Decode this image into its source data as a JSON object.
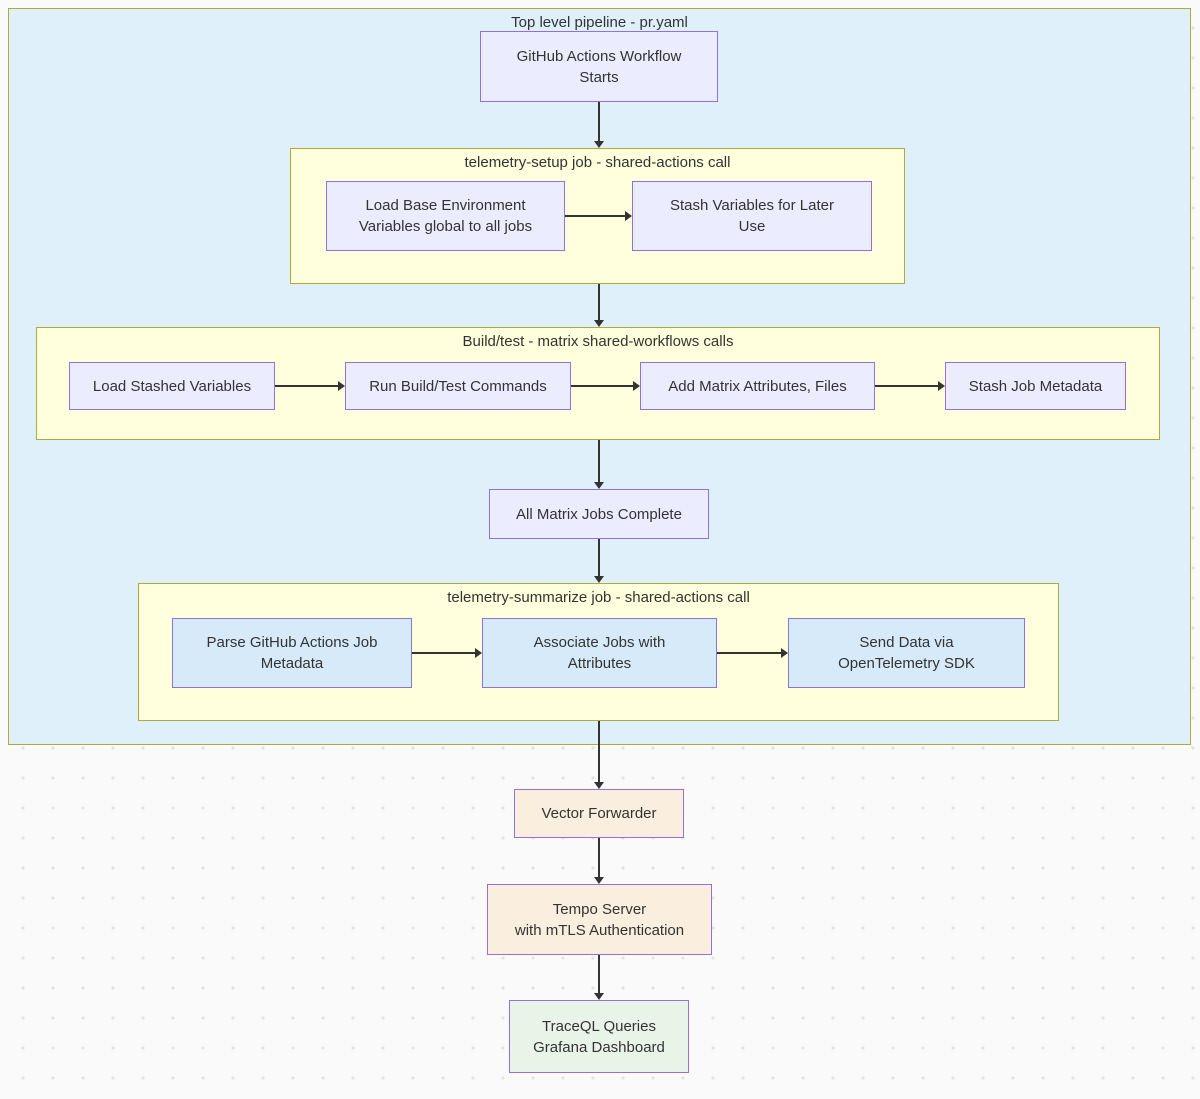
{
  "colors": {
    "page_bg": "#fafafa",
    "dot": "#e2e2e2",
    "outer_fill": "#dff0fb",
    "cluster_fill": "#ffffde",
    "cluster_border": "#a9ad3c",
    "node_border": "#9370db",
    "node_lavender": "#ececff",
    "node_blue": "#d7eafa",
    "node_cream": "#faefdf",
    "node_green": "#e9f4e9",
    "text": "#333333",
    "edge": "#333333"
  },
  "clusters": {
    "pipeline": {
      "title": "Top level pipeline - pr.yaml"
    },
    "setup": {
      "title": "telemetry-setup job - shared-actions call"
    },
    "build": {
      "title": "Build/test - matrix shared-workflows calls"
    },
    "summarize": {
      "title": "telemetry-summarize job - shared-actions call"
    }
  },
  "nodes": {
    "start": {
      "lines": [
        "GitHub Actions Workflow",
        "Starts"
      ]
    },
    "load_base": {
      "lines": [
        "Load Base Environment",
        "Variables global to all jobs"
      ]
    },
    "stash_vars": {
      "lines": [
        "Stash Variables for Later",
        "Use"
      ]
    },
    "load_stashed": {
      "lines": [
        "Load Stashed Variables"
      ]
    },
    "run_build": {
      "lines": [
        "Run Build/Test Commands"
      ]
    },
    "add_matrix": {
      "lines": [
        "Add Matrix Attributes, Files"
      ]
    },
    "stash_meta": {
      "lines": [
        "Stash Job Metadata"
      ]
    },
    "all_complete": {
      "lines": [
        "All Matrix Jobs Complete"
      ]
    },
    "parse_meta": {
      "lines": [
        "Parse GitHub Actions Job",
        "Metadata"
      ]
    },
    "associate": {
      "lines": [
        "Associate Jobs with",
        "Attributes"
      ]
    },
    "send_data": {
      "lines": [
        "Send Data via",
        "OpenTelemetry SDK"
      ]
    },
    "vector": {
      "lines": [
        "Vector Forwarder"
      ]
    },
    "tempo": {
      "lines": [
        "Tempo Server",
        "with mTLS Authentication"
      ]
    },
    "traceql": {
      "lines": [
        "TraceQL Queries",
        "Grafana Dashboard"
      ]
    }
  }
}
